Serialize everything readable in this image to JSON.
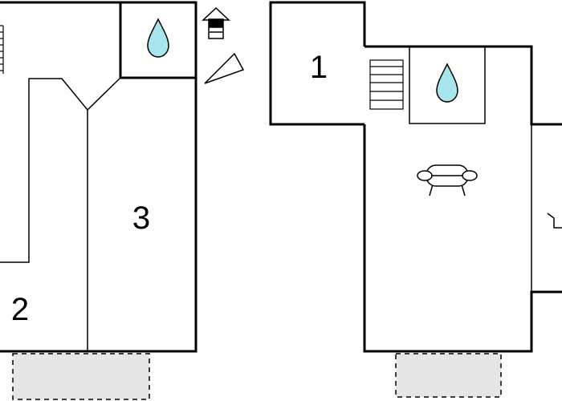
{
  "plan": {
    "wall_color": "#000000",
    "water_fill": "#a8e6ee",
    "terrace_fill": "#e6e6e6",
    "background": "#ffffff",
    "rooms": [
      {
        "id": "room-1",
        "label": "1"
      },
      {
        "id": "room-2",
        "label": "2"
      },
      {
        "id": "room-3",
        "label": "3"
      }
    ],
    "icons": [
      "water-drop-icon",
      "stairs-icon",
      "sofa-icon",
      "north-arrow-icon",
      "compass-triangle-icon",
      "terrace-area"
    ]
  }
}
